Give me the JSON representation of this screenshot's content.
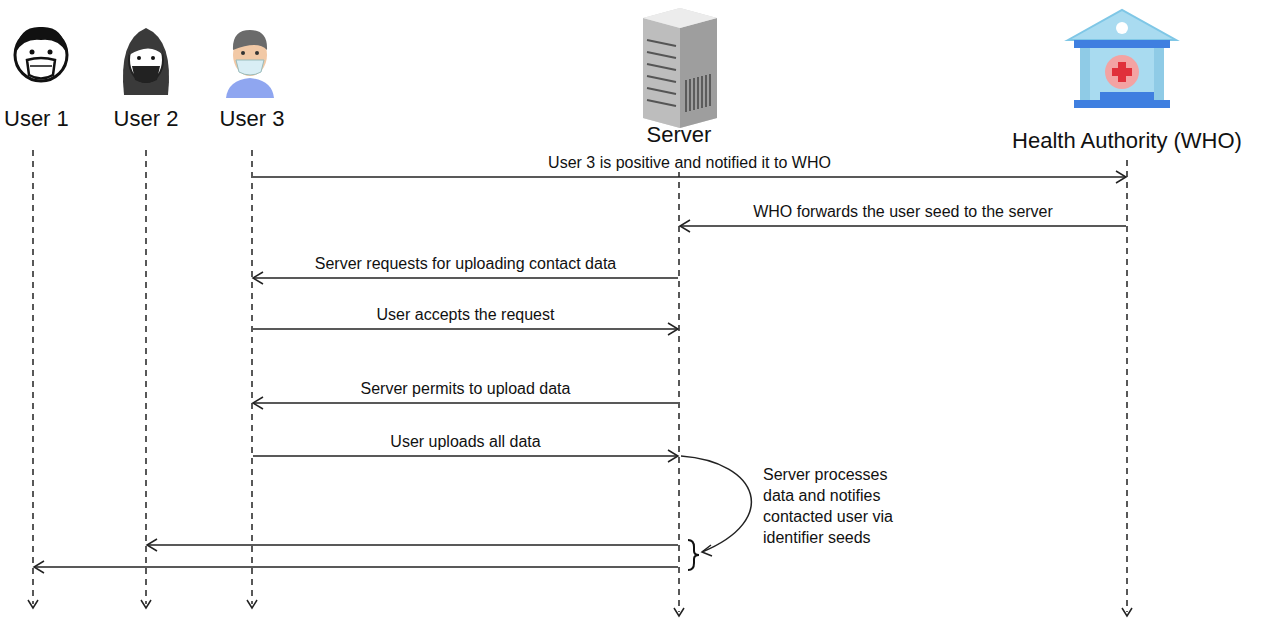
{
  "diagram": {
    "nodes": [
      {
        "text": [
          "User 1"
        ]
      },
      {
        "text": [
          "User 2"
        ]
      },
      {
        "text": [
          "User 3"
        ]
      },
      {
        "text": [
          "Server"
        ]
      },
      {
        "text": [
          "Health Authority (WHO)"
        ]
      }
    ],
    "edges": [
      {
        "from": 2,
        "to": 4,
        "label": "User 3 is positive and notified it to WHO",
        "arrow": "to"
      },
      {
        "from": 4,
        "to": 3,
        "label": "WHO forwards the user seed to the server",
        "arrow": "to"
      },
      {
        "from": 3,
        "to": 2,
        "label": "Server requests for uploading contact data",
        "arrow": "to"
      },
      {
        "from": 2,
        "to": 3,
        "label": "User accepts the request",
        "arrow": "to"
      },
      {
        "from": 3,
        "to": 2,
        "label": "Server permits to upload data",
        "arrow": "to"
      },
      {
        "from": 2,
        "to": 3,
        "label": "User uploads all data",
        "arrow": "to"
      },
      {
        "from": 3,
        "to": 1,
        "arrow": "to"
      },
      {
        "from": 3,
        "to": 0,
        "arrow": "to"
      }
    ],
    "labels": [
      "Server processes data and notifies contacted user via identifier seeds"
    ]
  }
}
